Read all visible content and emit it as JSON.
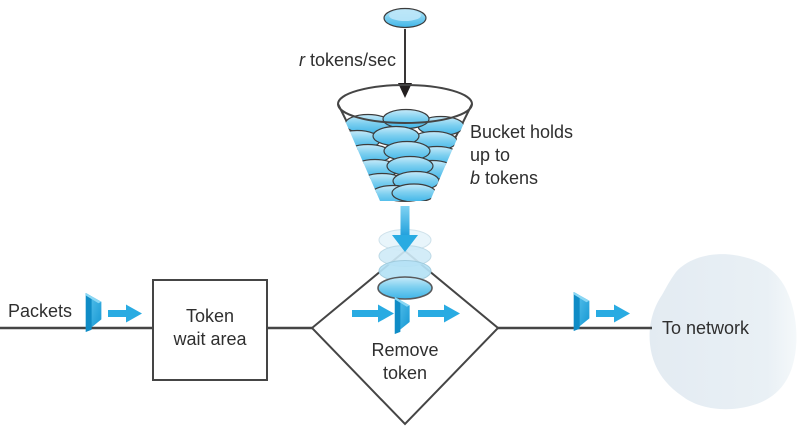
{
  "labels": {
    "rate_var": "r",
    "rate_rest": "tokens/sec",
    "bucket_line1": "Bucket holds",
    "bucket_line2": "up to",
    "bucket_line3_var": "b",
    "bucket_line3_rest": "tokens",
    "packets": "Packets",
    "wait_area_line1": "Token",
    "wait_area_line2": "wait area",
    "remove_line1": "Remove",
    "remove_line2": "token",
    "to_network": "To network"
  },
  "colors": {
    "accent_blue": "#29ABE2",
    "token_light": "#C7EAF9",
    "token_mid": "#7FD0F0",
    "token_deep": "#3FB5E8",
    "packet_dark": "#0F8CC6",
    "outline_dark": "#454545",
    "arrow_black": "#231F20",
    "text": "#2F2F2F",
    "cloud_fill": "#E6EDF3"
  },
  "icons": {
    "token": "token-disc-icon",
    "packet": "packet-icon",
    "flow_arrow": "flow-arrow-icon",
    "drop_arrow": "token-drop-arrow-icon",
    "bucket": "bucket-funnel-icon",
    "cloud": "network-cloud-icon"
  }
}
